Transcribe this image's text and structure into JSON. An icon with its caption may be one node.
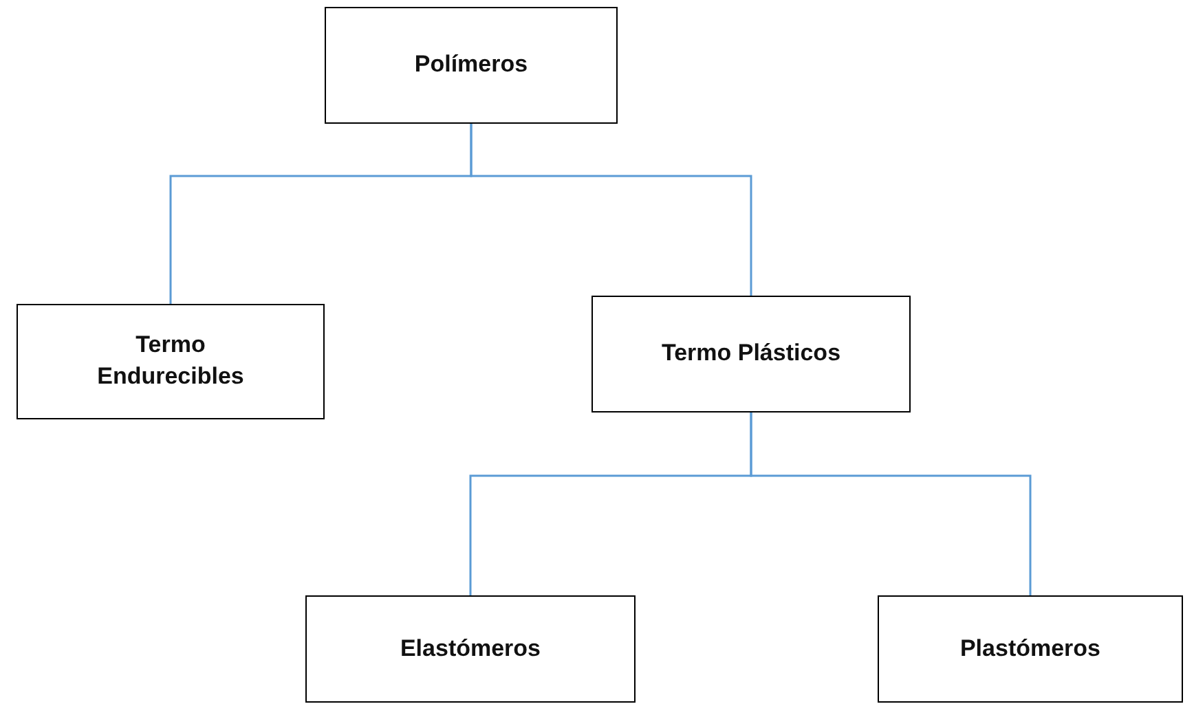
{
  "diagram": {
    "nodes": [
      {
        "text": [
          "Polímeros"
        ]
      },
      {
        "text": [
          "Termo Endurecibles"
        ]
      },
      {
        "text": [
          "Termo Plásticos"
        ]
      },
      {
        "text": [
          "Elastómeros"
        ]
      },
      {
        "text": [
          "Plastómeros"
        ]
      }
    ],
    "edges": [
      {
        "from": 0,
        "to": 1,
        "arrow": "none"
      },
      {
        "from": 0,
        "to": 2,
        "arrow": "none"
      },
      {
        "from": 2,
        "to": 3,
        "arrow": "none"
      },
      {
        "from": 2,
        "to": 4,
        "arrow": "none"
      }
    ]
  }
}
